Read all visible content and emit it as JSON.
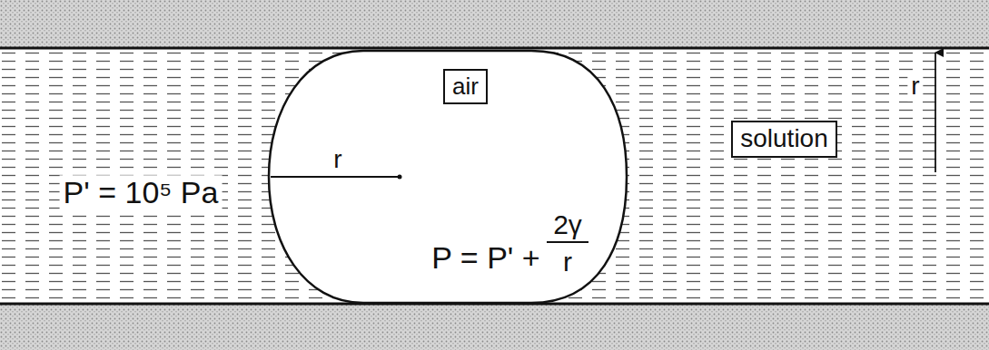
{
  "diagram": {
    "nodes": [
      {
        "text": [
          "air"
        ]
      },
      {
        "text": [
          "solution"
        ]
      }
    ],
    "labels": [
      "r",
      "P' = 10⁵ Pa",
      "r",
      "P = P' +",
      "2γ",
      "r"
    ]
  }
}
